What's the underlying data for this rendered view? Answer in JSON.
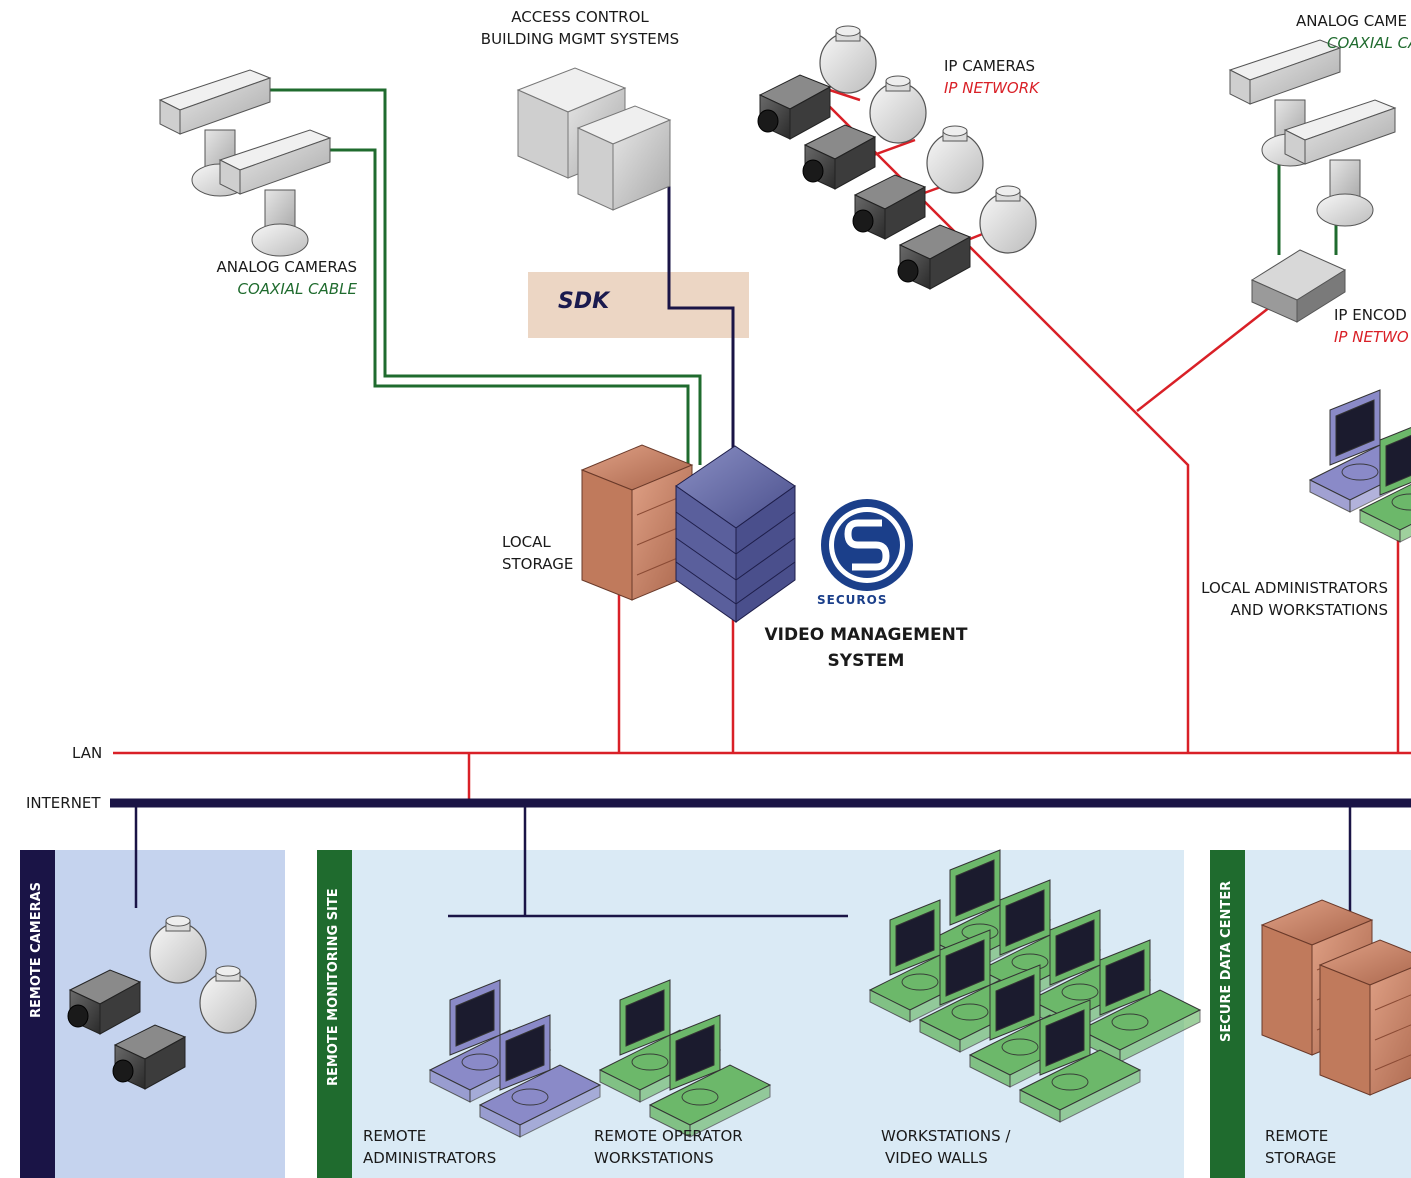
{
  "labels": {
    "access_control_1": "ACCESS CONTROL",
    "access_control_2": "BUILDING MGMT SYSTEMS",
    "ip_cameras": "IP CAMERAS",
    "ip_network": "IP NETWORK",
    "analog_cameras_right": "ANALOG CAME",
    "coaxial_right": "COAXIAL CA",
    "analog_cameras_left": "ANALOG CAMERAS",
    "coaxial_left": "COAXIAL CABLE",
    "sdk": "SDK",
    "ip_encoder": "IP ENCOD",
    "ip_network_encoder": "IP NETWO",
    "local_storage_1": "LOCAL",
    "local_storage_2": "STORAGE",
    "vms_1": "VIDEO MANAGEMENT",
    "vms_2": "SYSTEM",
    "logo_text": "SECUROS",
    "local_admins_1": "LOCAL ADMINISTRATORS",
    "local_admins_2": "AND WORKSTATIONS",
    "lan": "LAN",
    "internet": "INTERNET",
    "remote_admins_1": "REMOTE",
    "remote_admins_2": "ADMINISTRATORS",
    "remote_operator_1": "REMOTE OPERATOR",
    "remote_operator_2": "WORKSTATIONS",
    "workstations_1": "WORKSTATIONS /",
    "workstations_2": "VIDEO WALLS",
    "remote_storage_1": "REMOTE",
    "remote_storage_2": "STORAGE"
  },
  "zones": {
    "remote_cameras": "REMOTE CAMERAS",
    "remote_monitoring": "REMOTE MONITORING SITE",
    "secure_data_center": "SECURE DATA CENTER"
  },
  "colors": {
    "lan_line": "#d92027",
    "internet_line": "#1a1446",
    "coax_line": "#1f6b2e",
    "zone_dark": "#1a1446",
    "zone_green": "#1f6b2e",
    "zone_blue_bg": "#c5d3ee",
    "zone_light_bg": "#daeaf5",
    "sdk_bg": "#ecd6c4"
  }
}
